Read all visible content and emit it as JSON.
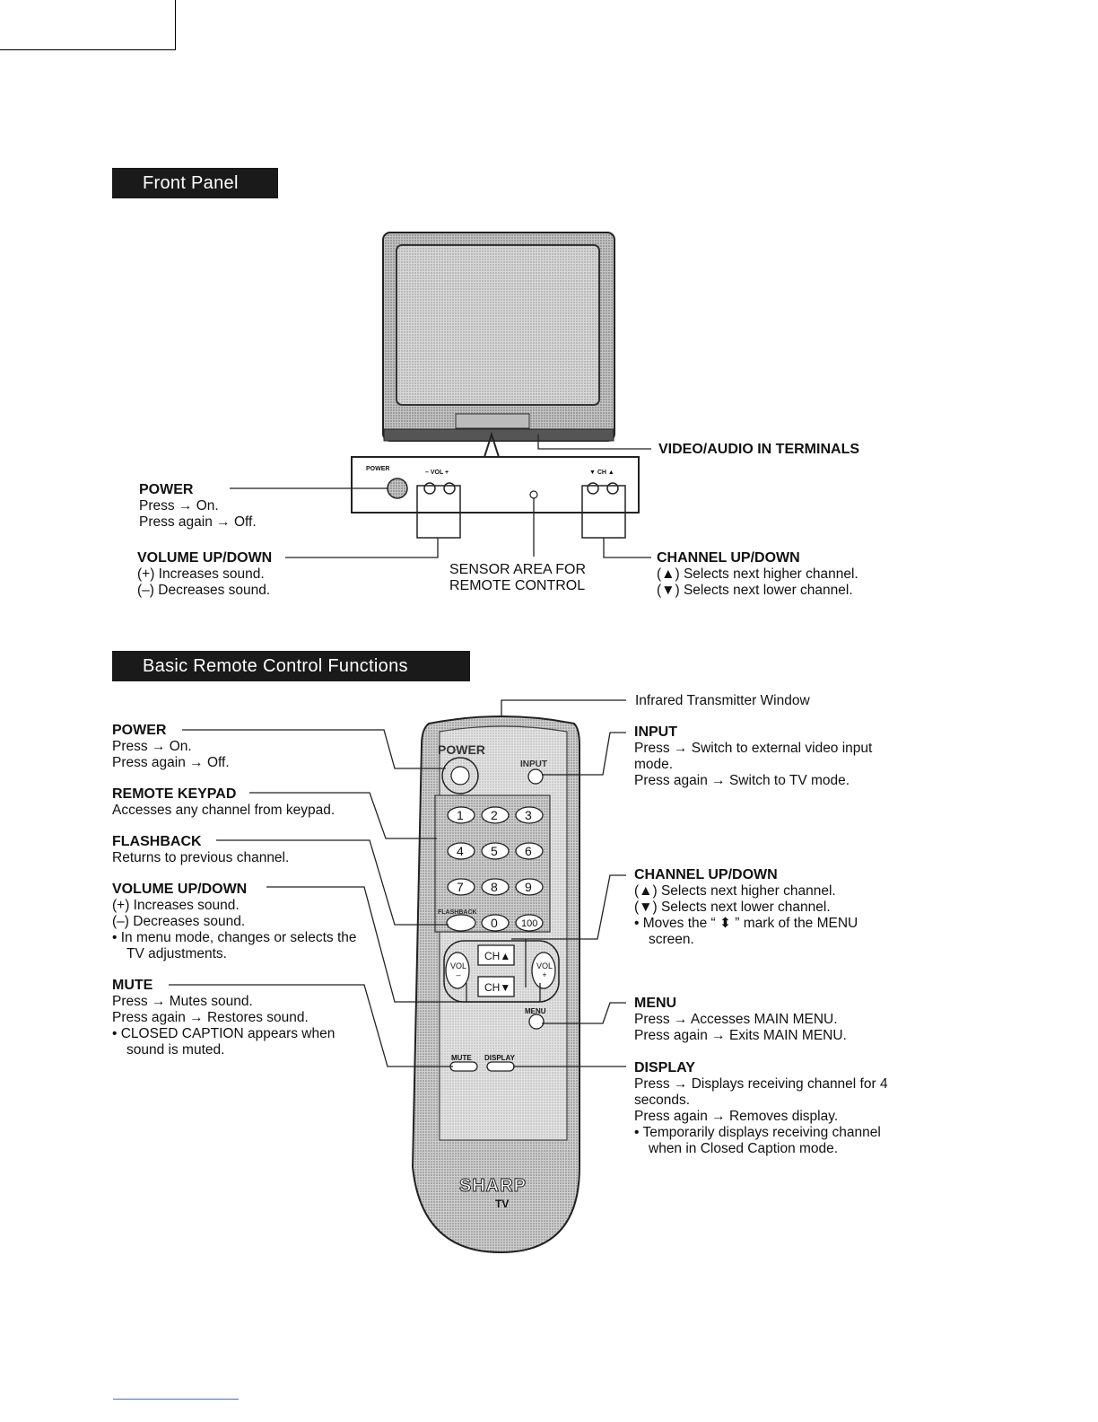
{
  "front_panel": {
    "header": "Front Panel",
    "panel_labels": {
      "power": "POWER",
      "vol": "– VOL +",
      "ch": "▼ CH ▲"
    },
    "power": {
      "title": "POWER",
      "lines": [
        "Press → On.",
        "Press again → Off."
      ]
    },
    "volume": {
      "title": "VOLUME UP/DOWN",
      "lines": [
        "(+) Increases sound.",
        "(–) Decreases sound."
      ]
    },
    "sensor": {
      "lines": [
        "SENSOR AREA FOR",
        "REMOTE CONTROL"
      ]
    },
    "video_audio": {
      "title": "VIDEO/AUDIO IN TERMINALS"
    },
    "channel": {
      "title": "CHANNEL UP/DOWN",
      "lines": [
        "(▲) Selects next higher channel.",
        "(▼) Selects next lower channel."
      ]
    }
  },
  "remote": {
    "header": "Basic Remote Control Functions",
    "infrared": "Infrared Transmitter Window",
    "power": {
      "title": "POWER",
      "lines": [
        "Press → On.",
        "Press again → Off."
      ]
    },
    "keypad": {
      "title": "REMOTE KEYPAD",
      "lines": [
        "Accesses any channel from keypad."
      ]
    },
    "flashback": {
      "title": "FLASHBACK",
      "lines": [
        "Returns to previous channel."
      ]
    },
    "volume": {
      "title": "VOLUME UP/DOWN",
      "lines": [
        "(+) Increases sound.",
        "(–) Decreases sound."
      ],
      "bullets": [
        "• In menu mode, changes or selects the TV adjustments."
      ]
    },
    "mute": {
      "title": "MUTE",
      "lines": [
        "Press → Mutes sound.",
        "Press again → Restores sound."
      ],
      "bullets": [
        "• CLOSED CAPTION appears when sound is muted."
      ]
    },
    "input": {
      "title": "INPUT",
      "lines": [
        "Press → Switch to external video input mode.",
        "Press again → Switch to TV mode."
      ]
    },
    "channel": {
      "title": "CHANNEL UP/DOWN",
      "lines": [
        "(▲) Selects next higher channel.",
        "(▼) Selects next lower channel."
      ],
      "bullets": [
        "• Moves the “ ⬍ ” mark of the MENU screen."
      ]
    },
    "menu": {
      "title": "MENU",
      "lines": [
        "Press → Accesses MAIN MENU.",
        "Press again → Exits MAIN MENU."
      ]
    },
    "display": {
      "title": "DISPLAY",
      "lines": [
        "Press → Displays receiving channel for 4 seconds.",
        "Press again → Removes display."
      ],
      "bullets": [
        "• Temporarily displays receiving channel when in Closed Caption mode."
      ]
    },
    "buttons": {
      "power": "POWER",
      "input": "INPUT",
      "flashback": "FLASHBACK",
      "keys": [
        "1",
        "2",
        "3",
        "4",
        "5",
        "6",
        "7",
        "8",
        "9",
        "0",
        "100"
      ],
      "ch_up": "CH▲",
      "ch_down": "CH▼",
      "vol_minus": "VOL –",
      "vol_plus": "VOL +",
      "menu": "MENU",
      "mute": "MUTE",
      "display": "DISPLAY"
    },
    "brand": "SHARP",
    "brand_sub": "TV"
  },
  "colors": {
    "header_bg": "#1a1a1a",
    "remote_fill": "#bdbdbd",
    "text": "#111111"
  }
}
